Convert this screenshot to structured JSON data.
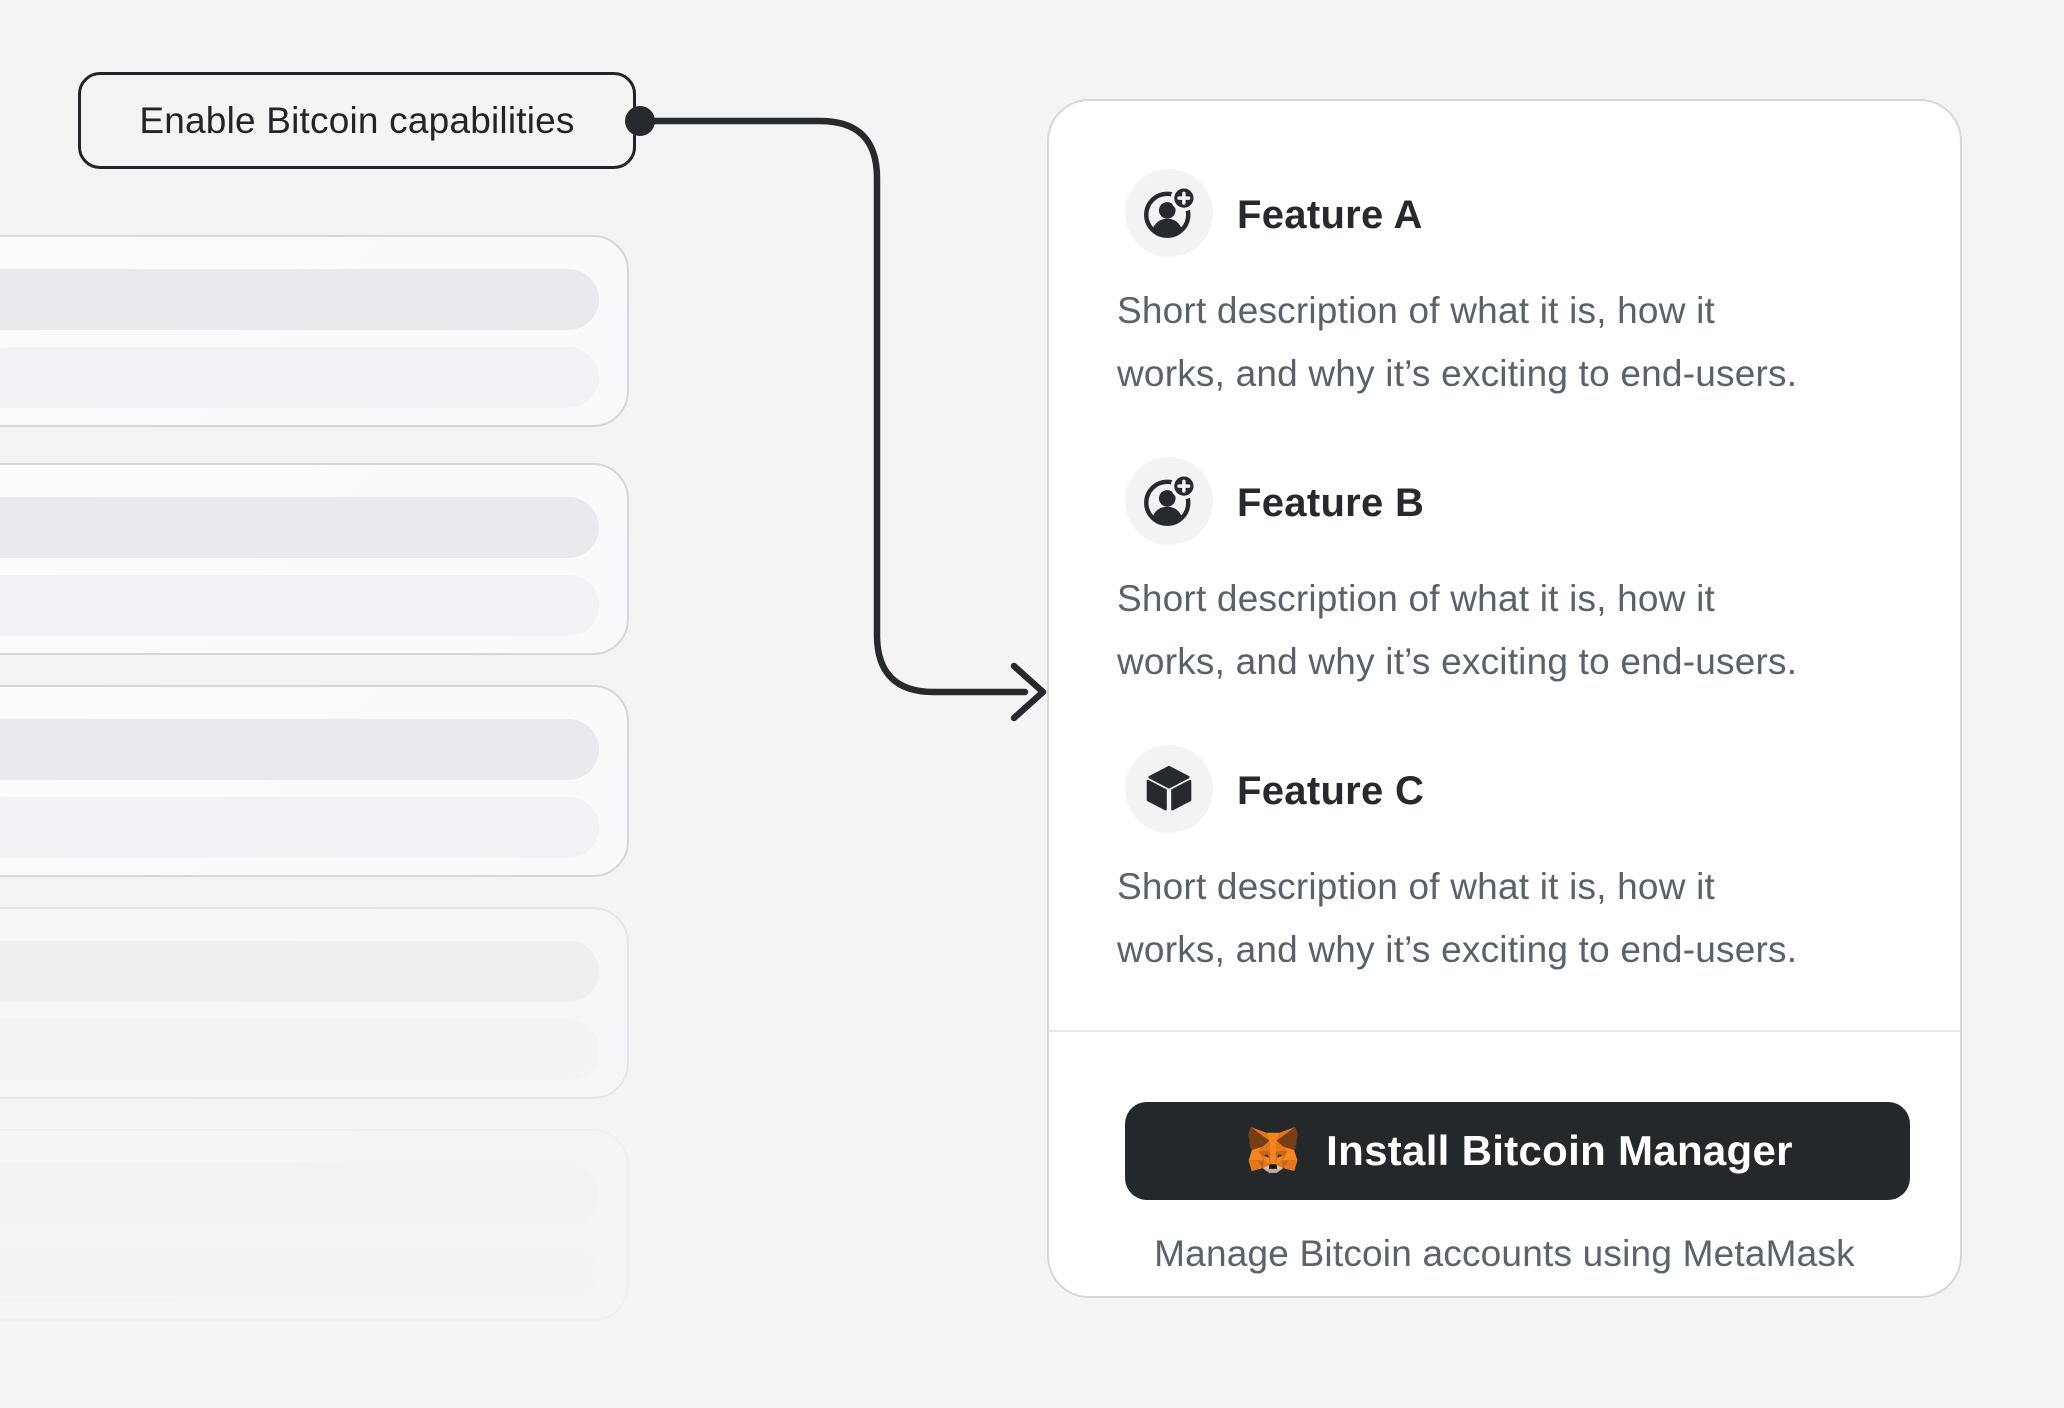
{
  "page": {
    "background_color": "#f4f4f5"
  },
  "annotation": {
    "label": "Enable Bitcoin capabilities",
    "connector_color": "#26292d"
  },
  "skeleton_list": {
    "cards": [
      {
        "opacity": 1
      },
      {
        "opacity": 1
      },
      {
        "opacity": 1
      },
      {
        "opacity": 0.45
      },
      {
        "opacity": 0.16
      }
    ]
  },
  "feature_card": {
    "features": [
      {
        "icon": "user-plus-icon",
        "title": "Feature A",
        "description_lines": [
          "Short description of what it is, how it",
          "works, and why it’s exciting to end-users."
        ]
      },
      {
        "icon": "user-plus-icon",
        "title": "Feature B",
        "description_lines": [
          "Short description of what it is, how it",
          "works, and why it’s exciting to end-users."
        ]
      },
      {
        "icon": "cube-icon",
        "title": "Feature C",
        "description_lines": [
          "Short description of what it is, how it",
          "works, and why it’s exciting to end-users."
        ]
      }
    ],
    "install_button": {
      "label": "Install Bitcoin Manager",
      "icon": "metamask-fox-icon",
      "background_color": "#25282b",
      "text_color": "#ffffff"
    },
    "footnote": "Manage Bitcoin accounts using MetaMask"
  },
  "colors": {
    "card_background": "#ffffff",
    "card_border": "#d5d8db",
    "heading_text": "#26292e",
    "body_text": "#59626b",
    "skeleton_pill_dark": "#e9eaee",
    "skeleton_pill_light": "#f1f2f5",
    "metamask_orange": "#f6851b"
  }
}
